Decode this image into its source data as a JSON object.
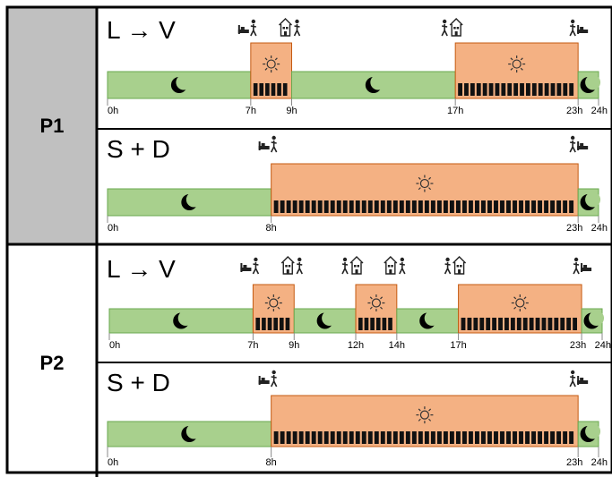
{
  "colors": {
    "night_fill": "#a8d08d",
    "night_stroke": "#6aa84f",
    "day_fill": "#f4b183",
    "day_stroke": "#c55a11",
    "label_bg": "#c0c0c0",
    "border": "#000000"
  },
  "periods": [
    {
      "label": "P1",
      "rows": [
        {
          "title": "L → V",
          "segments": [
            {
              "type": "night",
              "start": 0,
              "end": 7
            },
            {
              "type": "day",
              "start": 7,
              "end": 9
            },
            {
              "type": "night",
              "start": 9,
              "end": 17
            },
            {
              "type": "day",
              "start": 17,
              "end": 23
            },
            {
              "type": "night",
              "start": 23,
              "end": 24
            }
          ],
          "ticks": [
            "0h",
            "7h",
            "9h",
            "17h",
            "23h",
            "24h"
          ],
          "icons": [
            {
              "name": "wake-up-icon",
              "at": 7
            },
            {
              "name": "leave-home-icon",
              "at": 9
            },
            {
              "name": "return-home-icon",
              "at": 17
            },
            {
              "name": "go-to-bed-icon",
              "at": 23
            }
          ]
        },
        {
          "title": "S + D",
          "segments": [
            {
              "type": "night",
              "start": 0,
              "end": 8
            },
            {
              "type": "day",
              "start": 8,
              "end": 23
            },
            {
              "type": "night",
              "start": 23,
              "end": 24
            }
          ],
          "ticks": [
            "0h",
            "8h",
            "23h",
            "24h"
          ],
          "icons": [
            {
              "name": "wake-up-icon",
              "at": 8
            },
            {
              "name": "go-to-bed-icon",
              "at": 23
            }
          ]
        }
      ]
    },
    {
      "label": "P2",
      "rows": [
        {
          "title": "L → V",
          "segments": [
            {
              "type": "night",
              "start": 0,
              "end": 7
            },
            {
              "type": "day",
              "start": 7,
              "end": 9
            },
            {
              "type": "night",
              "start": 9,
              "end": 12
            },
            {
              "type": "day",
              "start": 12,
              "end": 14
            },
            {
              "type": "night",
              "start": 14,
              "end": 17
            },
            {
              "type": "day",
              "start": 17,
              "end": 23
            },
            {
              "type": "night",
              "start": 23,
              "end": 24
            }
          ],
          "ticks": [
            "0h",
            "7h",
            "9h",
            "12h",
            "14h",
            "17h",
            "23h",
            "24h"
          ],
          "icons": [
            {
              "name": "wake-up-icon",
              "at": 7
            },
            {
              "name": "leave-home-icon",
              "at": 9
            },
            {
              "name": "return-home-icon",
              "at": 12
            },
            {
              "name": "leave-home-icon",
              "at": 14
            },
            {
              "name": "return-home-icon",
              "at": 17
            },
            {
              "name": "go-to-bed-icon",
              "at": 23
            }
          ]
        },
        {
          "title": "S + D",
          "segments": [
            {
              "type": "night",
              "start": 0,
              "end": 8
            },
            {
              "type": "day",
              "start": 8,
              "end": 23
            },
            {
              "type": "night",
              "start": 23,
              "end": 24
            }
          ],
          "ticks": [
            "0h",
            "8h",
            "23h",
            "24h"
          ],
          "icons": [
            {
              "name": "wake-up-icon",
              "at": 8
            },
            {
              "name": "go-to-bed-icon",
              "at": 23
            }
          ]
        }
      ]
    }
  ]
}
